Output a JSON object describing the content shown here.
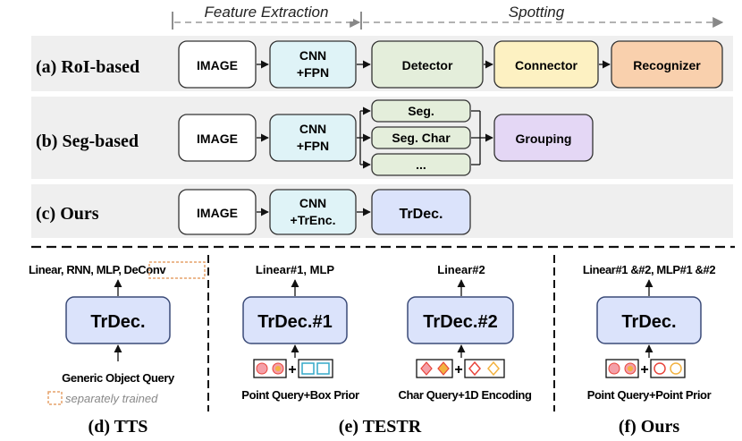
{
  "phases": {
    "feature_extraction": "Feature Extraction",
    "spotting": "Spotting"
  },
  "rows": {
    "roi": {
      "label": "(a) RoI-based",
      "image": "IMAGE",
      "backbone_line1": "CNN",
      "backbone_line2": "+FPN",
      "detector": "Detector",
      "connector": "Connector",
      "recognizer": "Recognizer"
    },
    "seg": {
      "label": "(b) Seg-based",
      "image": "IMAGE",
      "backbone_line1": "CNN",
      "backbone_line2": "+FPN",
      "branch1": "Seg.",
      "branch2": "Seg. Char",
      "branch3": "...",
      "grouping": "Grouping"
    },
    "ours": {
      "label": "(c) Ours",
      "image": "IMAGE",
      "backbone_line1": "CNN",
      "backbone_line2": "+TrEnc.",
      "decoder": "TrDec."
    }
  },
  "panels": {
    "tts": {
      "output_prefix": "Linear, RNN, MLP,",
      "output_deconv": "DeConv",
      "decoder": "TrDec.",
      "query": "Generic Object Query",
      "legend": "separately trained",
      "caption": "(d) TTS"
    },
    "testr": {
      "output1": "Linear#1, MLP",
      "decoder1": "TrDec.#1",
      "query1": "Point Query+Box Prior",
      "output2": "Linear#2",
      "decoder2": "TrDec.#2",
      "query2": "Char Query+1D Encoding",
      "caption": "(e) TESTR"
    },
    "ours": {
      "output": "Linear#1 &#2, MLP#1 &#2",
      "decoder": "TrDec.",
      "query": "Point Query+Point Prior",
      "caption": "(f) Ours"
    }
  },
  "plus": "+",
  "colors": {
    "row_bg": "#efefef",
    "image_box": "#ffffff",
    "cnn_box": "#dff3f7",
    "detector_box": "#e4eedb",
    "connector_box": "#fdf1c2",
    "recognizer_box": "#f9d0ad",
    "seg_branch_box": "#e4eedb",
    "grouping_box": "#e4d7f5",
    "trdec_box": "#dbe3fb",
    "trdec_stroke": "#3b4b78",
    "point_fill": "#f4a0a8",
    "point_inner": "#f3b241",
    "box_prior": "#34a8c9",
    "char_query": "#e8453c",
    "char_inner": "#f3b241",
    "separately_trained": "#e6a26a",
    "dashed_arrow": "#888888"
  }
}
